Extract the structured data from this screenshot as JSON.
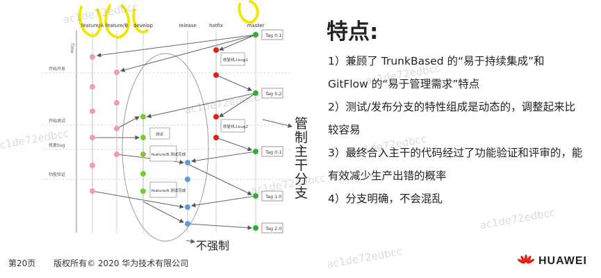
{
  "slide": {
    "title": "特点:",
    "points": [
      "1）兼顾了 TrunkBased 的“易于持续集成”和 GitFlow 的“易于管理需求”特点",
      "2）测试/发布分支的特性组成是动态的，调整起来比较容易",
      "3）最终合入主干的代码经过了功能验证和评审的，能有效减少生产出错的概率",
      "4）分支明确，不会混乱"
    ],
    "footer": {
      "page": "第20页",
      "copyright": "版权所有© 2020 华为技术有限公司"
    },
    "brand": {
      "name": "HUAWEI",
      "logo_icon": "huawei-petal-logo",
      "logo_color": "#e2231a"
    },
    "watermark": "ac1de72edbcc"
  },
  "diagram": {
    "branches": [
      "feature/A",
      "feature/B",
      "develop",
      "release",
      "hotfix",
      "master"
    ],
    "time_axis_label": "Time",
    "phases": [
      "开始开发",
      "开始测试",
      "修复bug",
      "功能验证"
    ],
    "tags": [
      "Tag 0.1",
      "Tag 0.2",
      "Tag 0.1",
      "Tag 1.0",
      "Tag 2.0"
    ],
    "notes": [
      "修复线上bug1",
      "修复线上bug2"
    ],
    "steps": [
      "测试",
      "feature/B 测试完成",
      "feature/A 测试完成"
    ],
    "annotations": {
      "manage_trunk": "管制主干分支",
      "not_forced": "不强制"
    },
    "colors": {
      "feature": "#f39ab0",
      "develop": "#7ccb2d",
      "release": "#5b9bd8",
      "hotfix": "#e02020",
      "master": "#2fae2f",
      "highlight": "#f3e600"
    }
  }
}
